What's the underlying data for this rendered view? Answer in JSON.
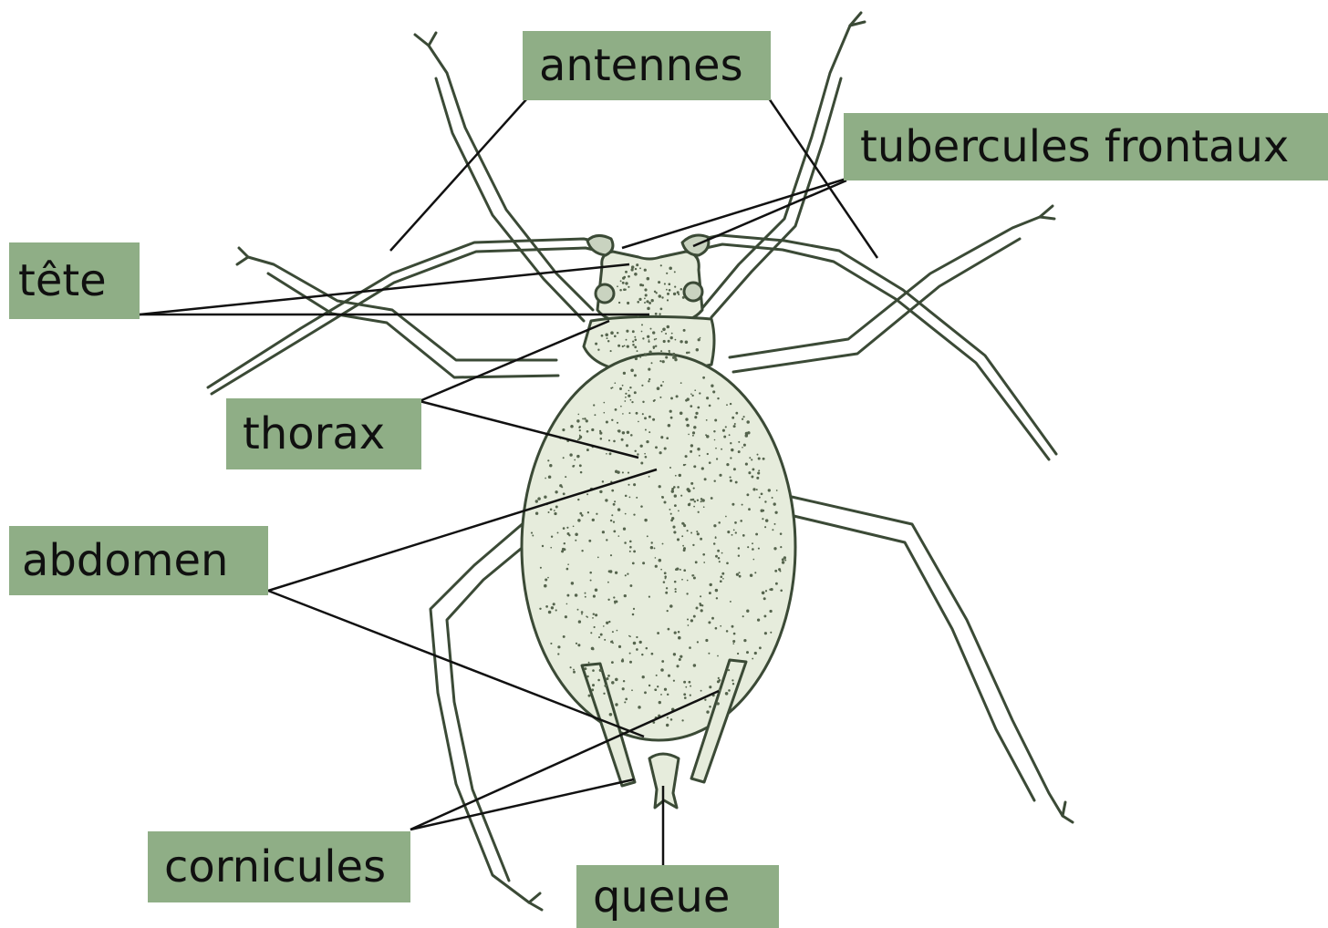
{
  "labels": {
    "antennes": "antennes",
    "tubercules_frontaux": "tubercules frontaux",
    "tete": "tête",
    "thorax": "thorax",
    "abdomen": "abdomen",
    "cornicules": "cornicules",
    "queue": "queue"
  },
  "colors": {
    "label_background": "#8fae86",
    "drawing_stroke": "#3b4a36",
    "body_fill": "#e6ecdc",
    "stipple": "#55644d",
    "leader_line": "#111111"
  }
}
